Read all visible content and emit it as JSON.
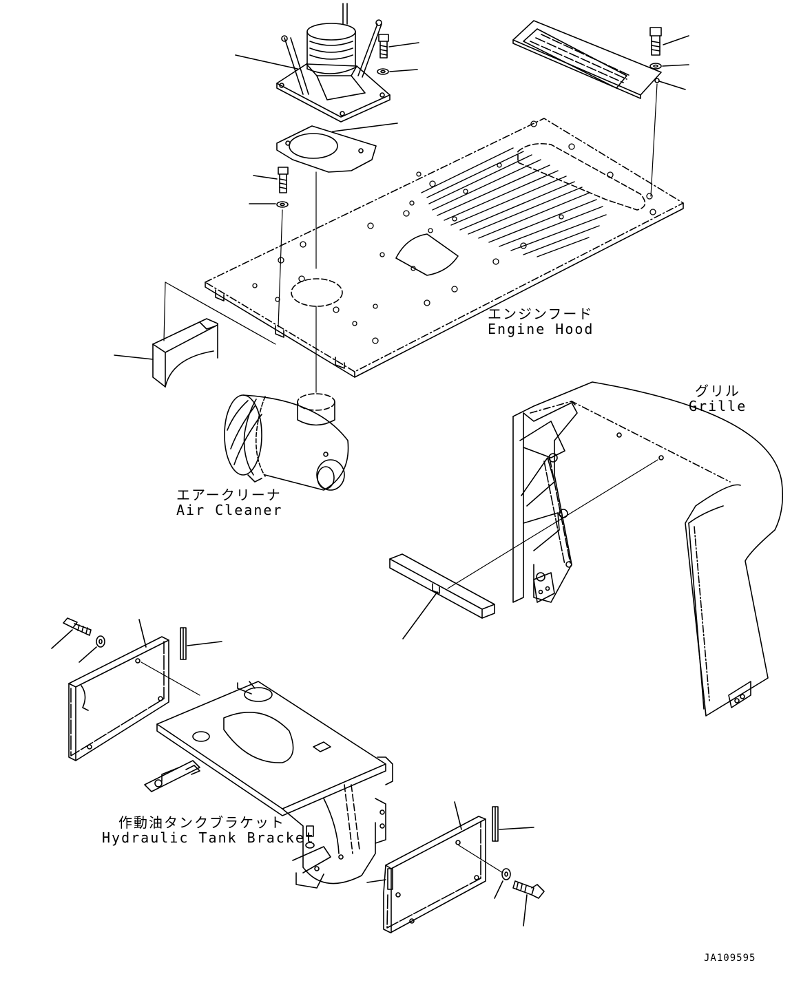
{
  "labels": {
    "engine_hood": {
      "jp": "エンジンフード",
      "en": "Engine Hood"
    },
    "grille": {
      "jp": "グリル",
      "en": "Grille"
    },
    "air_cleaner": {
      "jp": "エアークリーナ",
      "en": "Air Cleaner"
    },
    "hydraulic_tank_bracket": {
      "jp": "作動油タンクブラケット",
      "en": "Hydraulic Tank Bracket"
    }
  },
  "drawing_code": "JA109595"
}
